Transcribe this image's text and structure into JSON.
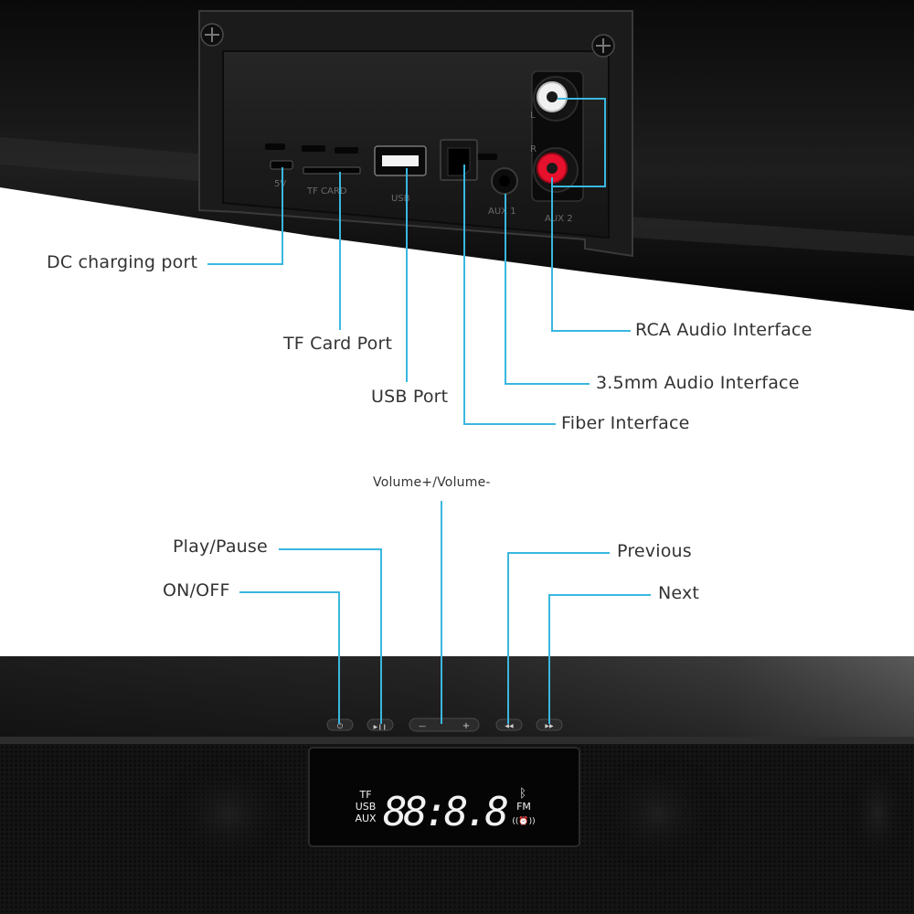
{
  "colors": {
    "leader": "#3ab7df",
    "panel": "#1a1a1a",
    "bar": "#111111",
    "label_text": "#333333",
    "lcd_text": "#f2f2f2"
  },
  "rear_panel": {
    "port_markings": {
      "dc": "5V",
      "tf": "TF CARD",
      "usb": "USB",
      "aux1": "AUX 1",
      "aux2": "AUX 2",
      "rca_left": "L",
      "rca_right": "R"
    },
    "callouts": {
      "dc": "DC charging port",
      "tf": "TF Card Port",
      "usb": "USB Port",
      "rca": "RCA Audio Interface",
      "aux": "3.5mm Audio Interface",
      "fiber": "Fiber Interface"
    }
  },
  "control_panel": {
    "callouts": {
      "volume": "Volume+/Volume-",
      "play": "Play/Pause",
      "power": "ON/OFF",
      "previous": "Previous",
      "next": "Next"
    },
    "button_glyphs": {
      "power": "⏻",
      "play": "▶❙❙",
      "minus": "—",
      "plus": "+",
      "previous": "◀◀",
      "next": "▶▶"
    },
    "display": {
      "source_tf": "TF",
      "source_usb": "USB",
      "source_aux": "AUX",
      "digits": "88:8.8",
      "bluetooth": "ᛒ",
      "fm": "FM",
      "alarm": "((⏰))"
    }
  }
}
